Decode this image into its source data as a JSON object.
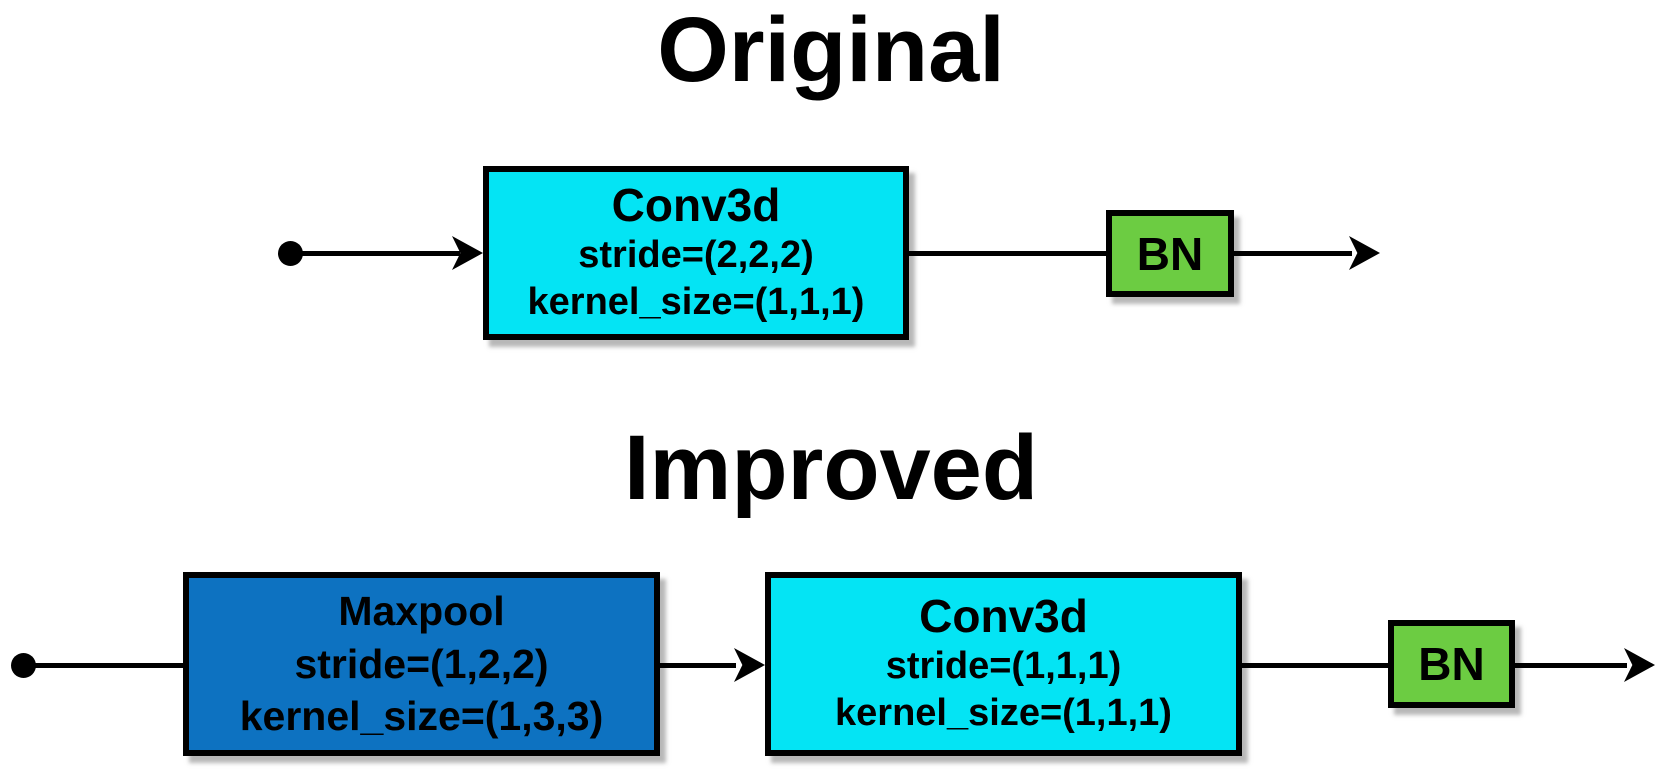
{
  "figure": {
    "background": "#ffffff",
    "colors": {
      "conv3d_fill": "#04e4f4",
      "maxpool_fill": "#0d72c1",
      "bn_fill": "#6ccc42",
      "stroke": "#000000",
      "text": "#000000"
    },
    "original": {
      "title": "Original",
      "conv3d": {
        "name": "Conv3d",
        "stride": "stride=(2,2,2)",
        "kernel_size": "kernel_size=(1,1,1)"
      },
      "bn": {
        "label": "BN"
      }
    },
    "improved": {
      "title": "Improved",
      "maxpool": {
        "name": "Maxpool",
        "stride": "stride=(1,2,2)",
        "kernel_size": "kernel_size=(1,3,3)"
      },
      "conv3d": {
        "name": "Conv3d",
        "stride": "stride=(1,1,1)",
        "kernel_size": "kernel_size=(1,1,1)"
      },
      "bn": {
        "label": "BN"
      }
    }
  }
}
